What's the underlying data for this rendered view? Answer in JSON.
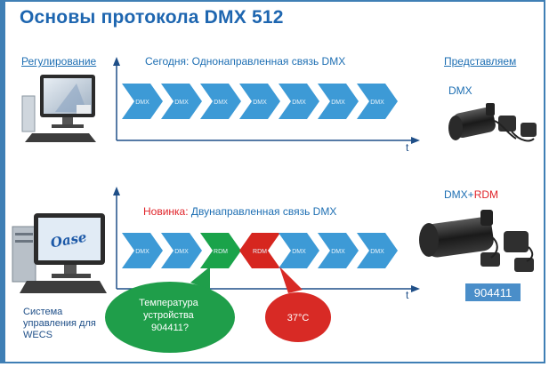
{
  "title": "Основы протокола DMX 512",
  "labels": {
    "regulation": "Регулирование",
    "presenting": "Представляем",
    "today": "Сегодня: Однонаправленная связь DMX",
    "novelty_word": "Новинка:",
    "novelty_rest": " Двунаправленная связь DMX",
    "dmx": "DMX",
    "dmx_rdm_prefix": "DMX+",
    "dmx_rdm_suffix": "RDM",
    "axis_t": "t",
    "control_system": "Система управления для WECS"
  },
  "top_row": [
    "DMX",
    "DMX",
    "DMX",
    "DMX",
    "DMX",
    "DMX",
    "DMX"
  ],
  "bottom_row": [
    {
      "text": "DMX",
      "kind": "dmx"
    },
    {
      "text": "DMX",
      "kind": "dmx"
    },
    {
      "text": "RDM",
      "kind": "rdm_forward"
    },
    {
      "text": "RDM",
      "kind": "rdm_back"
    },
    {
      "text": "DMX",
      "kind": "dmx"
    },
    {
      "text": "DMX",
      "kind": "dmx"
    },
    {
      "text": "DMX",
      "kind": "dmx"
    }
  ],
  "bubbles": {
    "green": [
      "Температура",
      "устройства",
      "904411?"
    ],
    "red": "37°C"
  },
  "device_tag": "904411",
  "computer_screen_text": "Oase",
  "colors": {
    "title": "#1e66b0",
    "label": "#1e6fb3",
    "dmx_arrow": "#3d9ad6",
    "rdm_forward": "#1aa34a",
    "rdm_back": "#d6261f",
    "green_bubble": "#1f9e4a",
    "red_bubble": "#d82a25",
    "frame": "#3f7fb5"
  }
}
